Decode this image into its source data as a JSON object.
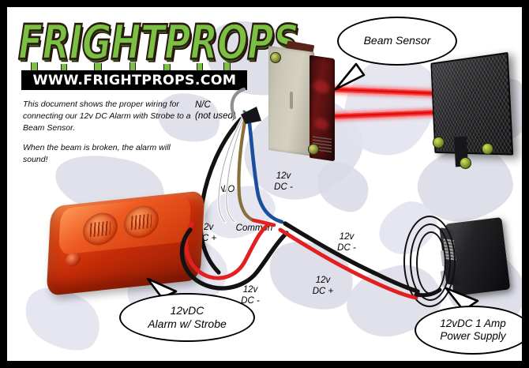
{
  "brand": {
    "logo_text": "FRIGHTPROPS",
    "url": "WWW.FRIGHTPROPS.COM"
  },
  "intro": {
    "paragraph1": "This document shows the proper wiring for connecting our 12v DC Alarm with Strobe to a Beam Sensor.",
    "paragraph2": "When the beam is broken, the alarm will sound!"
  },
  "wire_labels": {
    "nc": "N/C\n(not used)",
    "no": "N/O",
    "sensor_dc_neg": "12v\nDC -",
    "alarm_dc_pos": "12v\nDC +",
    "common": "Common",
    "alarm_dc_neg": "12v\nDC -",
    "psu_dc_neg": "12v\nDC -",
    "psu_dc_pos": "12v\nDC +"
  },
  "callouts": {
    "beam_sensor": "Beam Sensor",
    "alarm": "12vDC\nAlarm w/ Strobe",
    "power_supply": "12vDC 1 Amp\nPower Supply"
  },
  "colors": {
    "frame": "#000000",
    "canvas": "#ffffff",
    "logo_green": "#7ac143",
    "beam_red": "#e00000",
    "wire_red": "#e32020",
    "wire_black": "#111111",
    "wire_blue": "#1b4f9c",
    "wire_brown": "#8a6f3c",
    "wire_white": "#fbfbfb",
    "wire_grey": "#9b9b9b",
    "splatter": "#d9d9e6"
  }
}
